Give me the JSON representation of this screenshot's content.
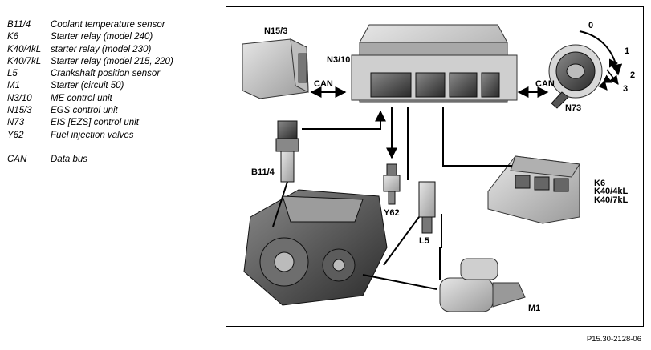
{
  "legend": [
    {
      "code": "B11/4",
      "desc": "Coolant temperature sensor"
    },
    {
      "code": "K6",
      "desc": "Starter relay (model 240)"
    },
    {
      "code": "K40/4kL",
      "desc": "starter relay (model 230)"
    },
    {
      "code": "K40/7kL",
      "desc": "Starter relay (model 215, 220)"
    },
    {
      "code": "L5",
      "desc": "Crankshaft position sensor"
    },
    {
      "code": "M1",
      "desc": "Starter (circuit 50)"
    },
    {
      "code": "N3/10",
      "desc": "ME control unit"
    },
    {
      "code": "N15/3",
      "desc": "EGS control unit"
    },
    {
      "code": "N73",
      "desc": "EIS [EZS] control unit"
    },
    {
      "code": "Y62",
      "desc": "Fuel injection valves"
    },
    {
      "code": "CAN",
      "desc": "Data bus"
    }
  ],
  "labels": {
    "n15_3": "N15/3",
    "n3_10": "N3/10",
    "can_left": "CAN",
    "can_right": "CAN",
    "n73": "N73",
    "b11_4": "B11/4",
    "y62": "Y62",
    "l5": "L5",
    "k6": "K6",
    "k40_4kl": "K40/4kL",
    "k40_7kl": "K40/7kL",
    "m1": "M1",
    "key_pos_0": "0",
    "key_pos_1": "1",
    "key_pos_2": "2",
    "key_pos_3": "3"
  },
  "reference": "P15.30-2128-06"
}
